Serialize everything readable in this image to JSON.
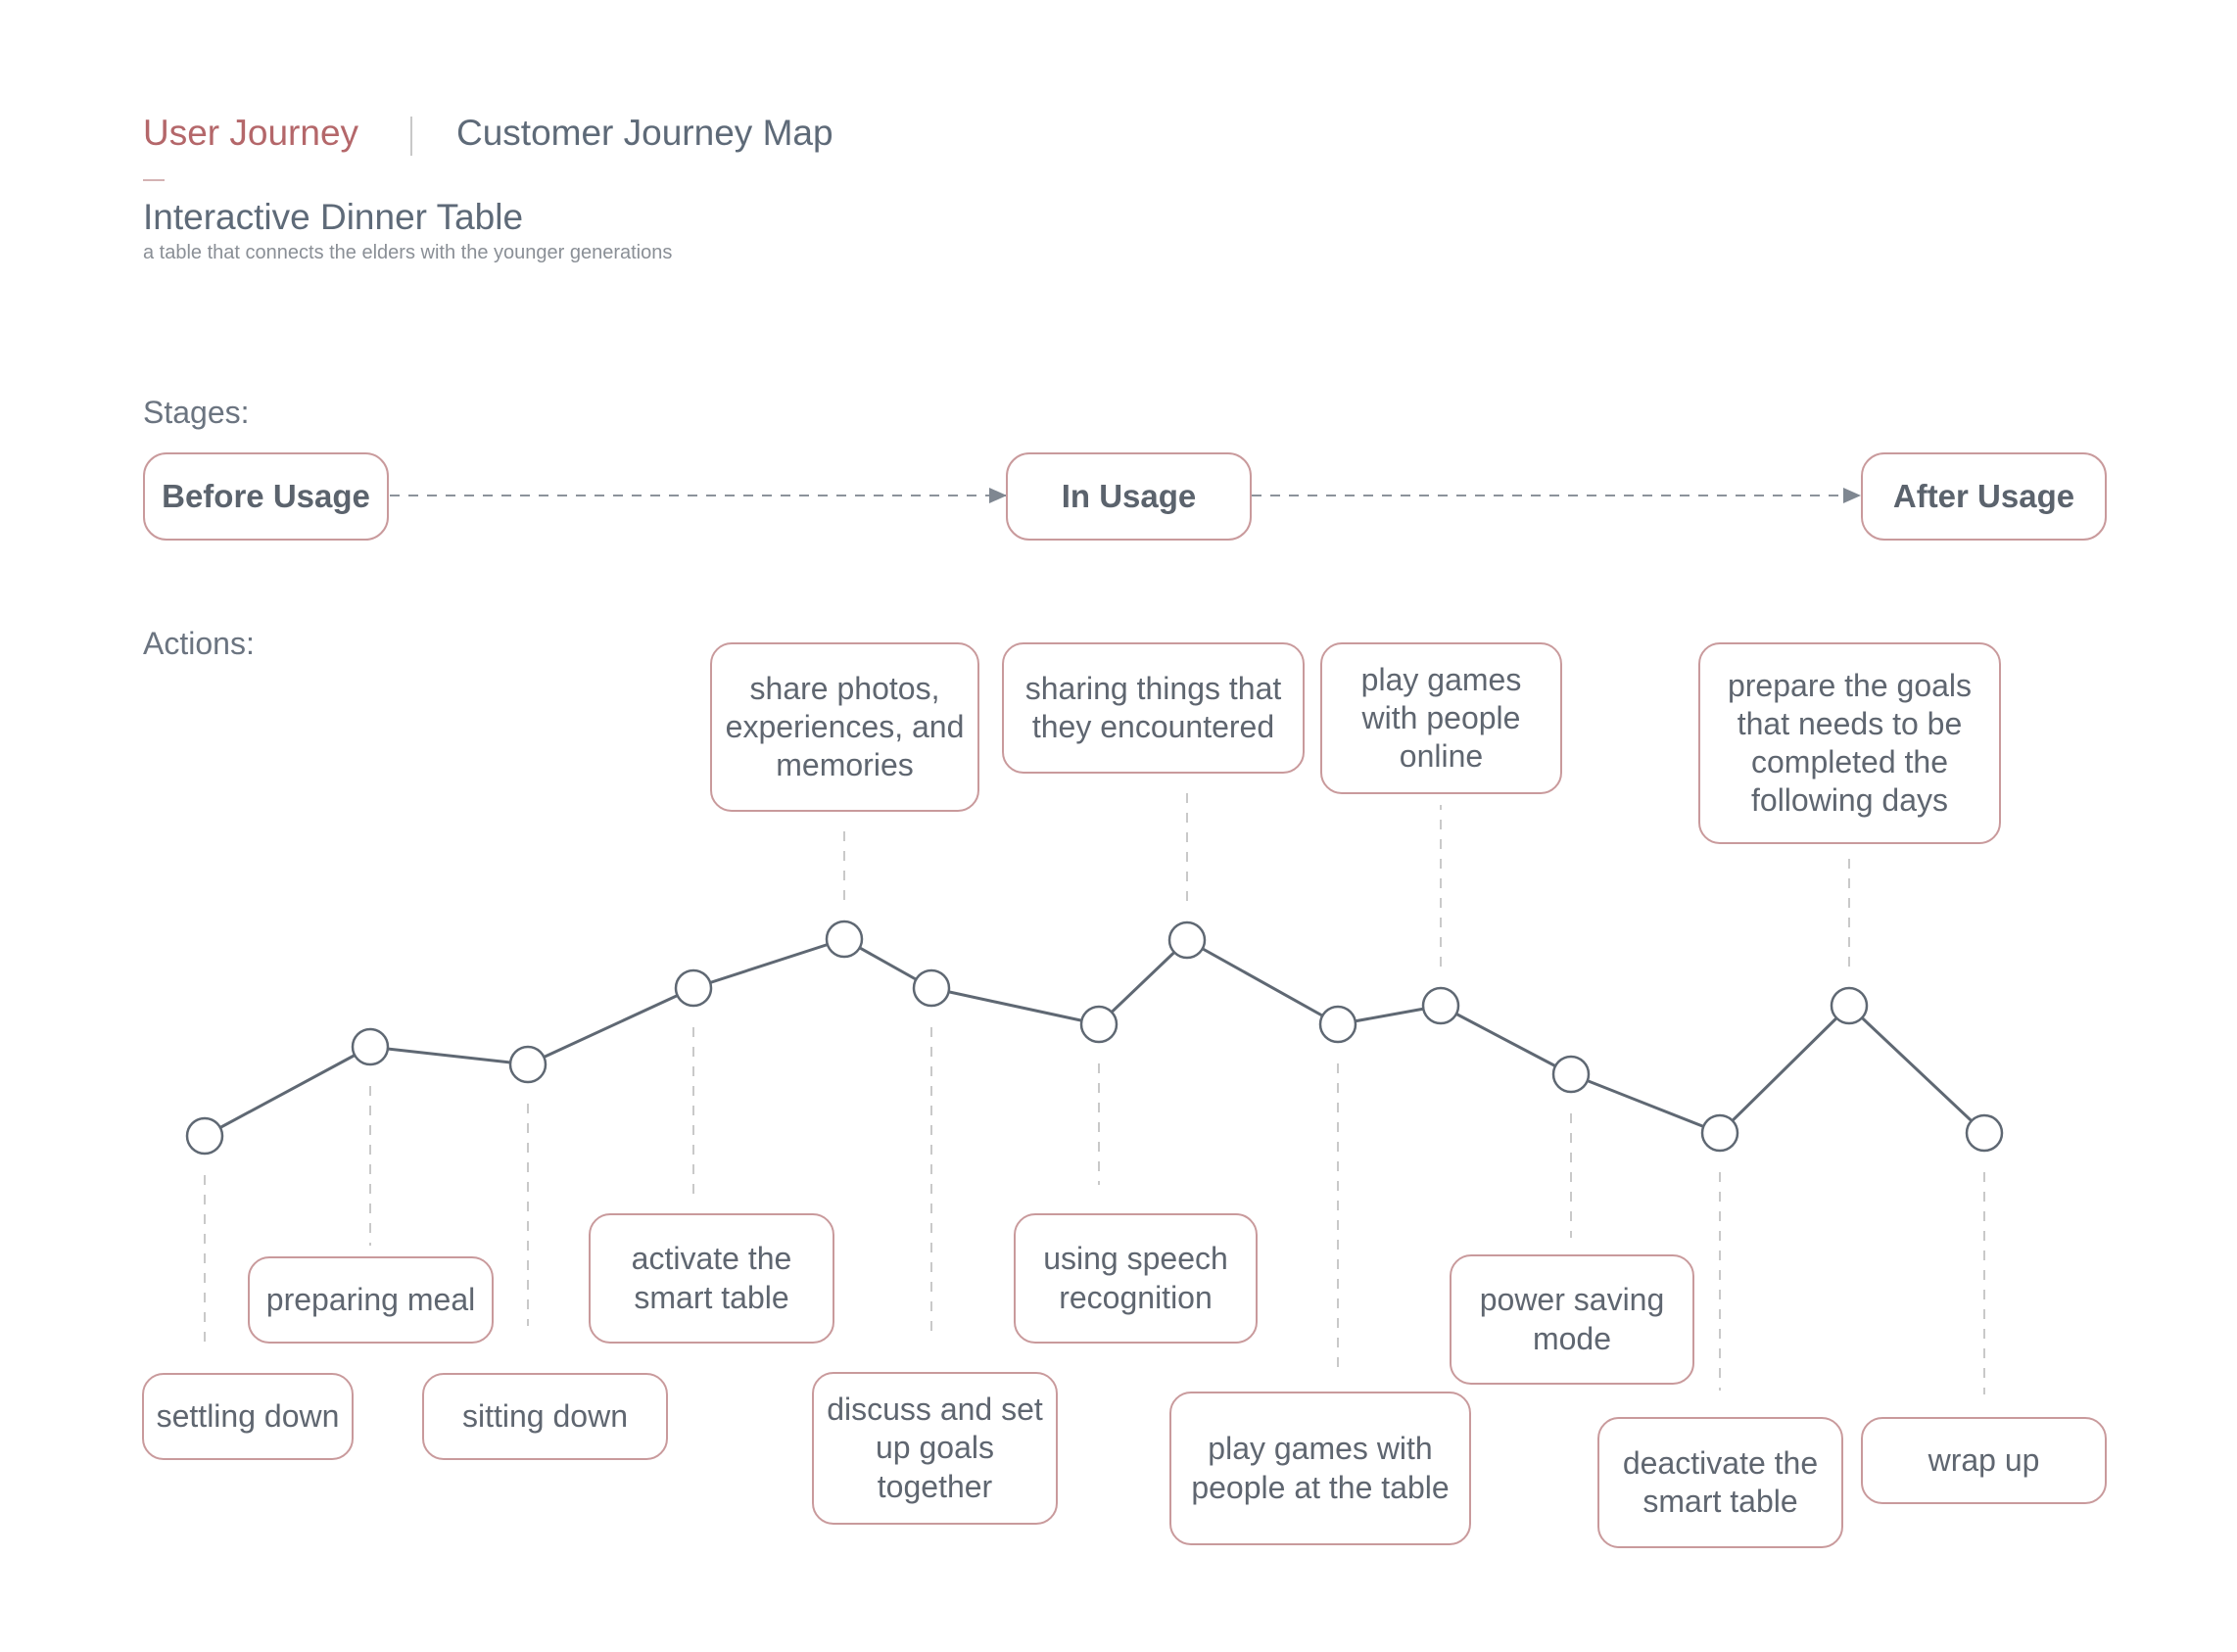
{
  "header": {
    "section_label": "User Journey",
    "map_label": "Customer Journey Map",
    "title": "Interactive Dinner Table",
    "subtitle": "a table that connects the elders with the younger generations"
  },
  "stages": {
    "label": "Stages:",
    "items": [
      "Before Usage",
      "In Usage",
      "After Usage"
    ]
  },
  "actions": {
    "label": "Actions:",
    "items": [
      "settling down",
      "preparing meal",
      "sitting down",
      "activate the smart table",
      "share photos, experiences, and memories",
      "discuss and set up goals together",
      "using speech recognition",
      "sharing things that they encountered",
      "play games with people at the table",
      "play games with people online",
      "power saving mode",
      "deactivate the smart table",
      "prepare the goals that needs to be completed the following days",
      "wrap up"
    ]
  },
  "colors": {
    "accent": "#b4676a",
    "box_border": "#c99a9c",
    "line": "#5f6873",
    "text": "#5f6670"
  }
}
